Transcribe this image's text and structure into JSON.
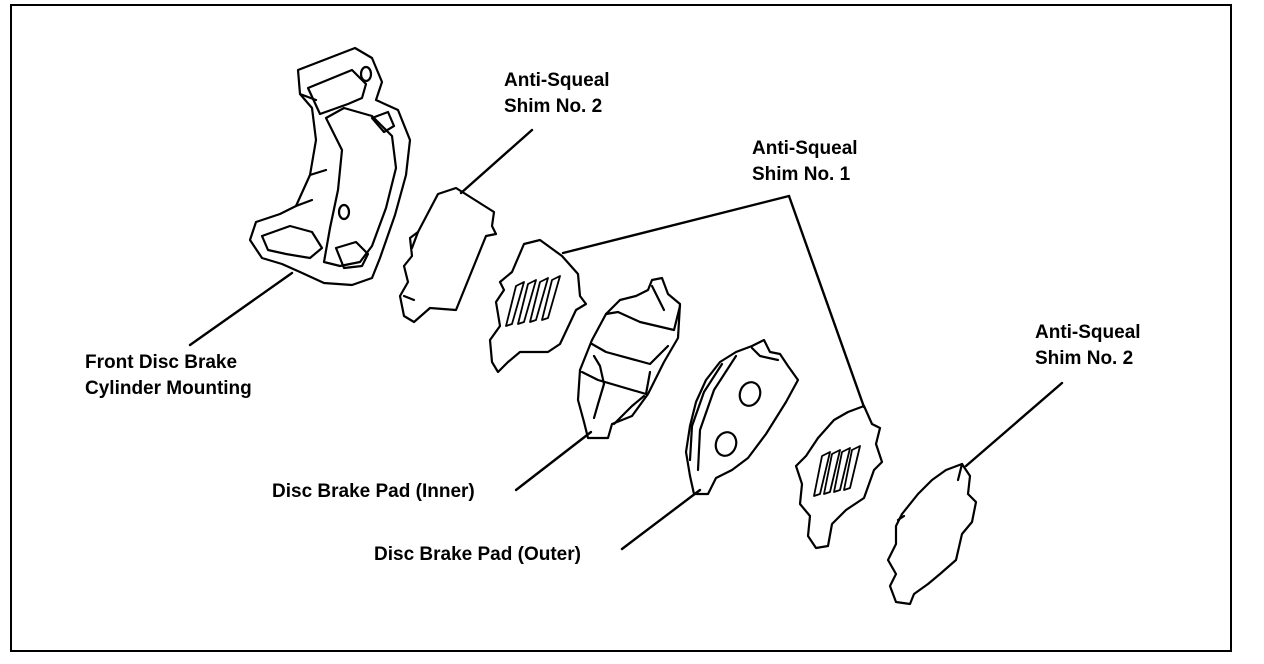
{
  "labels": {
    "shim2_top": {
      "line1": "Anti-Squeal",
      "line2": "Shim No. 2"
    },
    "shim1": {
      "line1": "Anti-Squeal",
      "line2": "Shim No. 1"
    },
    "shim2_right": {
      "line1": "Anti-Squeal",
      "line2": "Shim No. 2"
    },
    "mounting": {
      "line1": "Front Disc Brake",
      "line2": "Cylinder Mounting"
    },
    "pad_inner": "Disc Brake Pad (Inner)",
    "pad_outer": "Disc Brake Pad (Outer)"
  },
  "colors": {
    "ink": "#000000",
    "background": "#ffffff"
  }
}
